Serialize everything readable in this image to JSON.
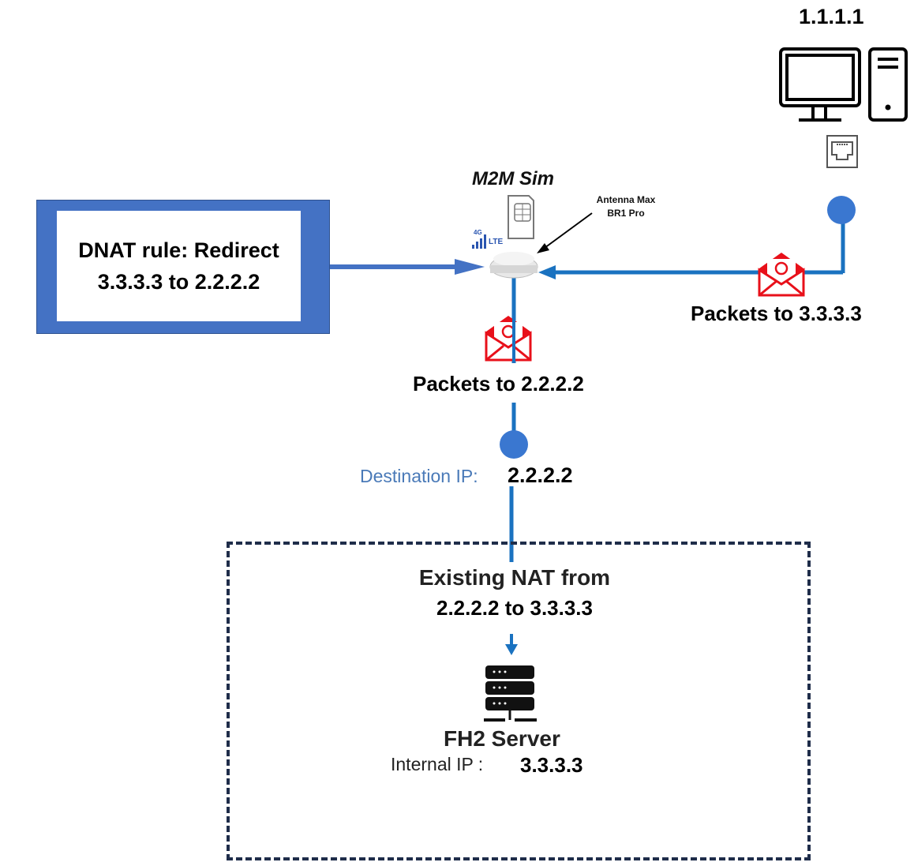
{
  "diagram": {
    "client": {
      "ip_label": "1.1.1.1",
      "icon": "desktop-computer-icon",
      "port_icon": "ethernet-port-icon"
    },
    "sim": {
      "label": "M2M Sim",
      "icon": "sim-card-icon"
    },
    "router": {
      "label_line1": "Antenna Max",
      "label_line2": "BR1 Pro",
      "signal_badge": "4G",
      "signal_text": "LTE"
    },
    "dnat_rule": {
      "line1": "DNAT rule: Redirect",
      "line2": "3.3.3.3 to 2.2.2.2"
    },
    "packets_in": {
      "label": "Packets to 3.3.3.3",
      "icon": "email-envelope-icon"
    },
    "packets_out": {
      "label": "Packets to 2.2.2.2",
      "icon": "email-envelope-icon"
    },
    "destination": {
      "label": "Destination IP:",
      "value": "2.2.2.2"
    },
    "nat_zone": {
      "line1": "Existing NAT from",
      "line2": "2.2.2.2 to 3.3.3.3"
    },
    "server": {
      "name": "FH2 Server",
      "ip_label": "Internal IP :",
      "ip_value": "3.3.3.3",
      "icon": "server-rack-icon"
    },
    "colors": {
      "link_blue": "#1a72c0",
      "box_blue": "#4472c4",
      "node_blue": "#3a77d0",
      "envelope_red": "#e8101a",
      "dest_label": "#4a7ab8",
      "dash": "#1f2d4a"
    }
  }
}
